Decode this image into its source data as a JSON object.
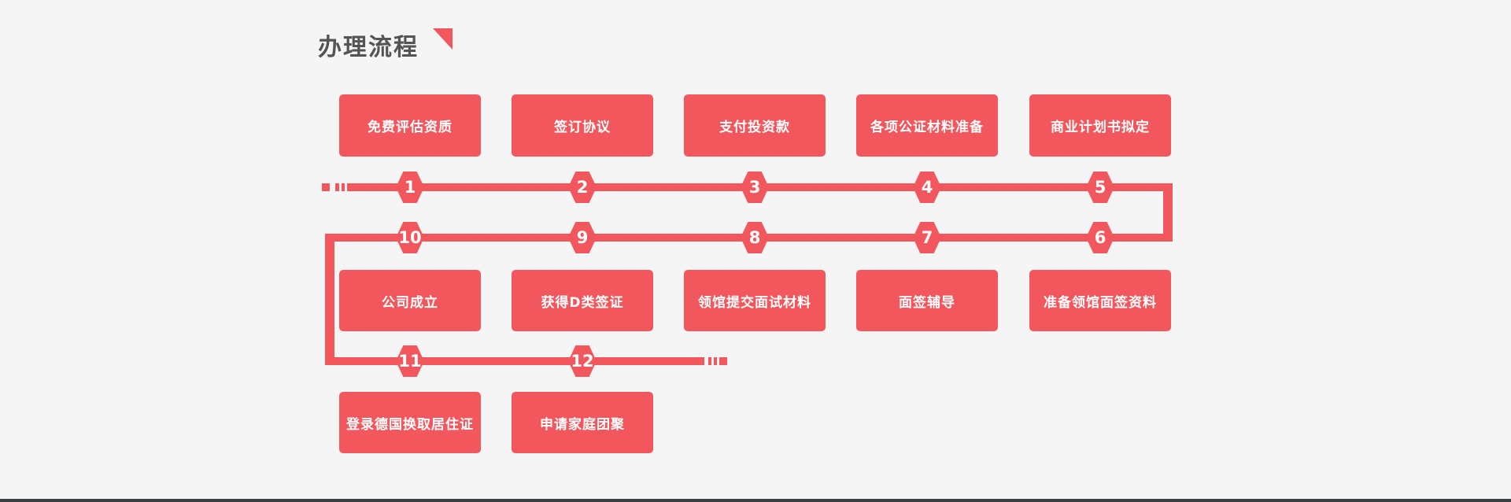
{
  "page": {
    "title": "办理流程",
    "background_color": "#f5f5f5",
    "accent_color": "#f1575c",
    "title_color": "#545454"
  },
  "flow": {
    "rows": [
      {
        "boxes": [
          "免费评估资质",
          "签订协议",
          "支付投资款",
          "各项公证材料准备",
          "商业计划书拟定"
        ]
      },
      {
        "boxes": [
          "公司成立",
          "获得D类签证",
          "领馆提交面试材料",
          "面签辅导",
          "准备领馆面签资料"
        ]
      },
      {
        "boxes": [
          "登录德国换取居住证",
          "申请家庭团聚"
        ]
      }
    ],
    "steps_line1": [
      "1",
      "2",
      "3",
      "4",
      "5"
    ],
    "steps_line2": [
      "10",
      "9",
      "8",
      "7",
      "6"
    ],
    "steps_line3": [
      "11",
      "12"
    ]
  }
}
